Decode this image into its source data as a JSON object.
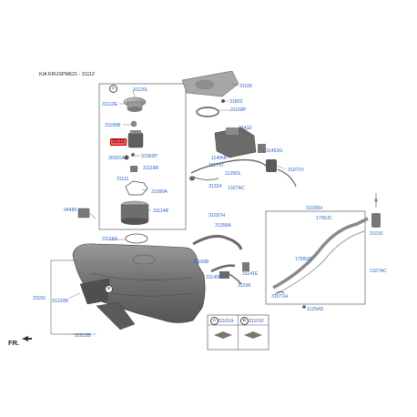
{
  "header": {
    "title": "KIA KRUSPM621 - 31112",
    "direction": "FR."
  },
  "callouts": {
    "a": "A",
    "b": "B"
  },
  "labels": [
    {
      "id": "31120L",
      "text": "31120L"
    },
    {
      "id": "31113E",
      "text": "31113E"
    },
    {
      "id": "31190B",
      "text": "31190B"
    },
    {
      "id": "31112",
      "text": "31112",
      "highlight": true
    },
    {
      "id": "35301A",
      "text": "35301A"
    },
    {
      "id": "31963P",
      "text": "31963P"
    },
    {
      "id": "31118R",
      "text": "31118R"
    },
    {
      "id": "31111",
      "text": "31111"
    },
    {
      "id": "31090A",
      "text": "31090A"
    },
    {
      "id": "31114B",
      "text": "31114B"
    },
    {
      "id": "94480",
      "text": "94480"
    },
    {
      "id": "31106",
      "text": "31106"
    },
    {
      "id": "31802",
      "text": "31802"
    },
    {
      "id": "31158P",
      "text": "31158P"
    },
    {
      "id": "31410",
      "text": "31410"
    },
    {
      "id": "31453G",
      "text": "31453G"
    },
    {
      "id": "1140NF",
      "text": "1140NF"
    },
    {
      "id": "31174T",
      "text": "31174T"
    },
    {
      "id": "1125DL",
      "text": "1125DL"
    },
    {
      "id": "31071V",
      "text": "31071V"
    },
    {
      "id": "31324",
      "text": "31324"
    },
    {
      "id": "1327AC_a",
      "text": "1327AC"
    },
    {
      "id": "31030H",
      "text": "31030H"
    },
    {
      "id": "1799JC",
      "text": "1799JC"
    },
    {
      "id": "31010",
      "text": "31010"
    },
    {
      "id": "31037H",
      "text": "31037H"
    },
    {
      "id": "31358A",
      "text": "31358A"
    },
    {
      "id": "31118S",
      "text": "31118S"
    },
    {
      "id": "31160B",
      "text": "31160B"
    },
    {
      "id": "31141E",
      "text": "31141E"
    },
    {
      "id": "31145D",
      "text": "31145D"
    },
    {
      "id": "31036",
      "text": "31036"
    },
    {
      "id": "1799UG",
      "text": "1799UG"
    },
    {
      "id": "1327AC_b",
      "text": "1327AC"
    },
    {
      "id": "31071H",
      "text": "31071H"
    },
    {
      "id": "1125AD",
      "text": "1125AD"
    },
    {
      "id": "31150",
      "text": "31150"
    },
    {
      "id": "31220B",
      "text": "31220B"
    },
    {
      "id": "32515B",
      "text": "32515B"
    },
    {
      "id": "31101A",
      "text": "31101A"
    },
    {
      "id": "31101F",
      "text": "31101F"
    }
  ],
  "colors": {
    "label_blue": "#2a66c8",
    "highlight_red": "#ff5a5a",
    "part_dark": "#5e5e5e",
    "part_mid": "#8a8a8a",
    "part_light": "#c4c4c4",
    "line": "#444444"
  }
}
